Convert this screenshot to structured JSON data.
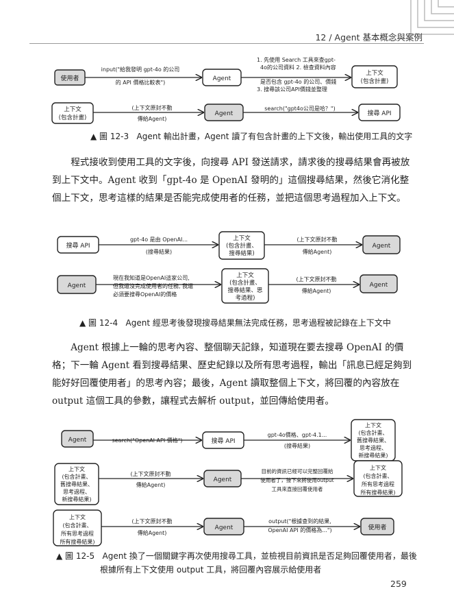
{
  "header": {
    "chapter": "12 / Agent 基本概念與案例"
  },
  "page_number": "259",
  "figure_12_3": {
    "row1": {
      "user": "使用者",
      "edge1": [
        "input(\"給我發明 gpt-4o 的公司",
        "的 API 價格比較表\")"
      ],
      "agent": "Agent",
      "edge2": [
        "1. 先使用 Search 工具來查gpt-",
        "4o的公司資料 2. 檢查資料內容",
        "是否包含 gpt-4o 的公司、價錢",
        "3. 搜尋該公司API價錢並整理"
      ],
      "context": [
        "上下文",
        "(包含計畫)"
      ]
    },
    "row2": {
      "context": [
        "上下文",
        "(包含計畫)"
      ],
      "edge1": [
        "(上下文原封不動",
        "傳給Agent)"
      ],
      "agent": "Agent",
      "edge2": "search(\"gpt4o公司是哈？\")",
      "search_api": "搜尋 API"
    },
    "caption_num": "▲ 圖 12-3",
    "caption": "Agent 輸出計畫，Agent 讀了有包含計畫的上下文後，輸出使用工具的文字"
  },
  "paragraph1": "程式接收到使用工具的文字後，向搜尋 API 發送請求，請求後的搜尋結果會再被放到上下文中。Agent 收到「gpt-4o 是 OpenAI 發明的」這個搜尋結果，然後它消化整個上下文，思考這樣的結果是否能完成使用者的任務，並把這個思考過程加入上下文。",
  "figure_12_4": {
    "row1": {
      "search_api": "搜尋 API",
      "edge1": [
        "gpt-4o 是由 OpenAI...",
        "(搜尋結果)"
      ],
      "context": [
        "上下文",
        "(包含計畫、",
        "搜尋結果)"
      ],
      "edge2": [
        "(上下文原封不動",
        "傳給Agent)"
      ],
      "agent": "Agent"
    },
    "row2": {
      "agent": "Agent",
      "edge1": [
        "現在我知道是OpenAI這家公司,",
        "但我還沒完成使用者的任務, 我還",
        "必須要搜尋OpenAI的價格"
      ],
      "context": [
        "上下文",
        "(包含計畫、",
        "搜尋結果、思",
        "考過程)"
      ],
      "edge2": [
        "(上下文原封不動",
        "傳給Agent)"
      ],
      "agent2": "Agent"
    },
    "caption_num": "▲ 圖 12-4",
    "caption": "Agent 經思考後發現搜尋結果無法完成任務，思考過程被記錄在上下文中"
  },
  "paragraph2": "Agent 根據上一輪的思考內容、整個聊天記錄，知道現在要去搜尋 OpenAI 的價格；下一輪 Agent 看到搜尋結果、歷史紀錄以及所有思考過程，輸出「訊息已經足夠到能好好回覆使用者」的思考內容；最後，Agent 讀取整個上下文，將回覆的內容放在 output 這個工具的參數，讓程式去解析 output，並回傳給使用者。",
  "figure_12_5": {
    "row1": {
      "agent": "Agent",
      "edge1": "search(\"OpenAI API 價格\")",
      "search_api": "搜尋 API",
      "edge2": [
        "gpt-4o價格、gpt-4.1...",
        "(搜尋結果)"
      ],
      "context": [
        "上下文",
        "(包含計畫、",
        "舊搜尋結果、",
        "思考過程、",
        "新搜尋結果)"
      ]
    },
    "row2": {
      "context": [
        "上下文",
        "(包含計畫、",
        "舊搜尋結果、",
        "思考過程、",
        "新搜尋結果)"
      ],
      "edge1": [
        "(上下文原封不動",
        "傳給Agent)"
      ],
      "agent": "Agent",
      "edge2": [
        "目前的資訊已經可以完整回覆給",
        "使用者了，接下來將使用output",
        "工具來直接回覆使用者"
      ],
      "context2": [
        "上下文",
        "(包含計畫、",
        "所有思考過程",
        "所有搜尋結果)"
      ]
    },
    "row3": {
      "context": [
        "上下文",
        "(包含計畫、",
        "所有思考過程",
        "所有搜尋結果)"
      ],
      "edge1": [
        "(上下文原封不動",
        "傳給Agent)"
      ],
      "agent": "Agent",
      "edge2": [
        "output(\"根據查到的結果,",
        "OpenAI API 的價格為...\")"
      ],
      "user": "使用者"
    },
    "caption_num": "▲ 圖 12-5",
    "caption_line1": "Agent 換了一個關鍵字再次使用搜尋工具，並檢視目前資訊是否足夠回覆使用者，最後",
    "caption_line2": "根據所有上下文使用 output 工具，將回覆內容展示給使用者"
  },
  "colors": {
    "grey_box": "#d9d9d9",
    "ink": "#222222"
  }
}
